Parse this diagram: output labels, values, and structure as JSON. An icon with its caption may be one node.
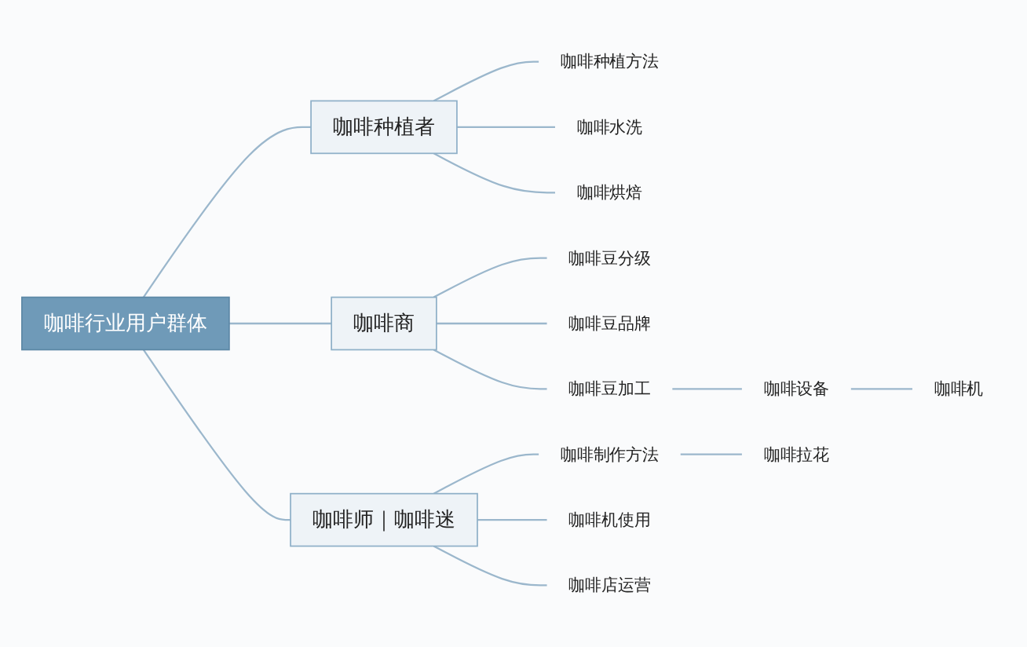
{
  "diagram": {
    "nodes": [
      {
        "text": [
          "咖啡行业用户群体"
        ]
      },
      {
        "text": [
          "咖啡种植者"
        ]
      },
      {
        "text": [
          "咖啡种植方法"
        ]
      },
      {
        "text": [
          "咖啡水洗"
        ]
      },
      {
        "text": [
          "咖啡烘焙"
        ]
      },
      {
        "text": [
          "咖啡商"
        ]
      },
      {
        "text": [
          "咖啡豆分级"
        ]
      },
      {
        "text": [
          "咖啡豆品牌"
        ]
      },
      {
        "text": [
          "咖啡豆加工"
        ]
      },
      {
        "text": [
          "咖啡设备"
        ]
      },
      {
        "text": [
          "咖啡机"
        ]
      },
      {
        "text": [
          "咖啡师｜咖啡迷"
        ]
      },
      {
        "text": [
          "咖啡制作方法"
        ]
      },
      {
        "text": [
          "咖啡拉花"
        ]
      },
      {
        "text": [
          "咖啡机使用"
        ]
      },
      {
        "text": [
          "咖啡店运营"
        ]
      }
    ],
    "edges": [
      {
        "from": 0,
        "to": 1,
        "arrow": "none"
      },
      {
        "from": 1,
        "to": 2,
        "arrow": "none"
      },
      {
        "from": 1,
        "to": 3,
        "arrow": "none"
      },
      {
        "from": 1,
        "to": 4,
        "arrow": "none"
      },
      {
        "from": 0,
        "to": 5,
        "arrow": "none"
      },
      {
        "from": 5,
        "to": 6,
        "arrow": "none"
      },
      {
        "from": 5,
        "to": 7,
        "arrow": "none"
      },
      {
        "from": 5,
        "to": 8,
        "arrow": "none"
      },
      {
        "from": 8,
        "to": 9,
        "arrow": "none"
      },
      {
        "from": 9,
        "to": 10,
        "arrow": "none"
      },
      {
        "from": 0,
        "to": 11,
        "arrow": "none"
      },
      {
        "from": 11,
        "to": 12,
        "arrow": "none"
      },
      {
        "from": 12,
        "to": 13,
        "arrow": "none"
      },
      {
        "from": 11,
        "to": 14,
        "arrow": "none"
      },
      {
        "from": 11,
        "to": 15,
        "arrow": "none"
      }
    ]
  }
}
